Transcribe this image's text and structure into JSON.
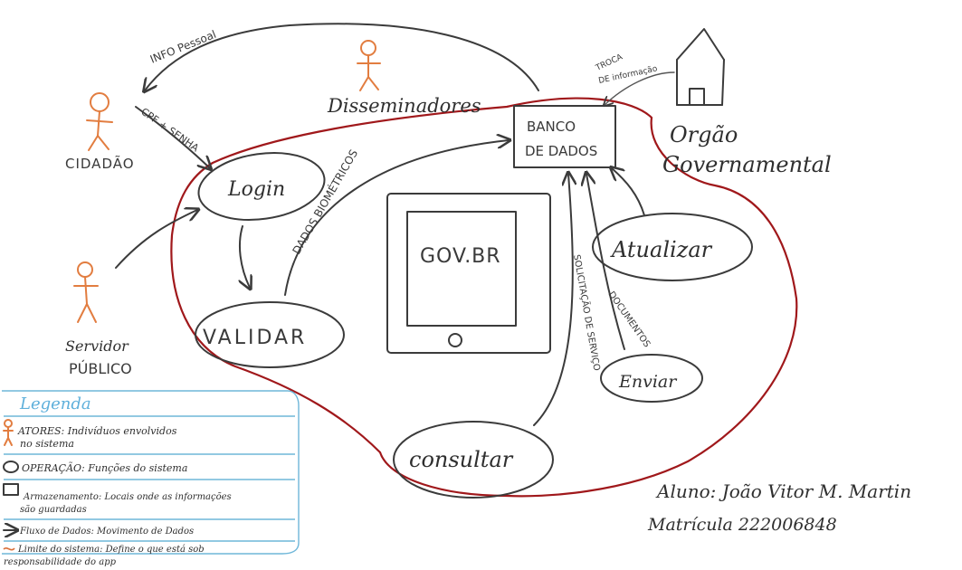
{
  "actors": {
    "cidadao": "CIDADÃO",
    "servidor_line1": "Servidor",
    "servidor_line2": "PÚBLICO",
    "disseminadores": "Disseminadores"
  },
  "flows": {
    "info_pessoal": "INFO Pessoal",
    "cpf_senha": "CPF + SENHA",
    "dados_biometricos": "DADOS BIOMÉTRICOS",
    "troca_line1": "TROCA",
    "troca_line2": "DE informação",
    "solicitacao": "SOLICITAÇÃO DE SERVIÇO",
    "documentos": "DOCUMENTOS"
  },
  "operations": {
    "login": "Login",
    "validar": "VALIDAR",
    "atualizar": "Atualizar",
    "enviar": "Enviar",
    "consultar": "consultar"
  },
  "datastore": {
    "line1": "BANCO",
    "line2": "DE DADOS"
  },
  "device": {
    "label": "GOV.BR"
  },
  "organ": {
    "line1": "Orgão",
    "line2": "Governamental"
  },
  "legend": {
    "title": "Legenda",
    "actors_line1": "ATORES: Indivíduos envolvidos",
    "actors_line2": "no sistema",
    "operation": "OPERAÇÃO: Funções do sistema",
    "storage_line1": "Armazenamento: Locais onde as informações",
    "storage_line2": "são guardadas",
    "flow": "Fluxo de Dados: Movimento de Dados",
    "limit_line1": "Limite do sistema: Define o que está sob",
    "limit_line2": "responsabilidade do app"
  },
  "student": {
    "name": "Aluno: João Vitor M. Martin",
    "matricula": "Matrícula 222006848"
  },
  "colors": {
    "ink": "#3b3b3b",
    "system_boundary": "#a0181b",
    "actor": "#e27d40",
    "legend": "#6fb7d9"
  }
}
